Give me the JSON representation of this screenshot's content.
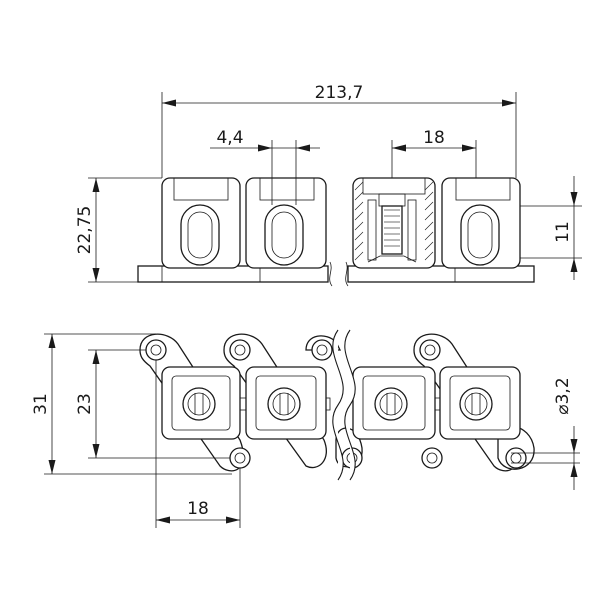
{
  "dimensions": {
    "overall_length": "213,7",
    "slot_width": "4,4",
    "pitch_top": "18",
    "height": "22,75",
    "slot_height": "11",
    "outer_width": "31",
    "hole_spacing": "23",
    "pitch_bottom": "18",
    "hole_diameter": "⌀3,2"
  }
}
